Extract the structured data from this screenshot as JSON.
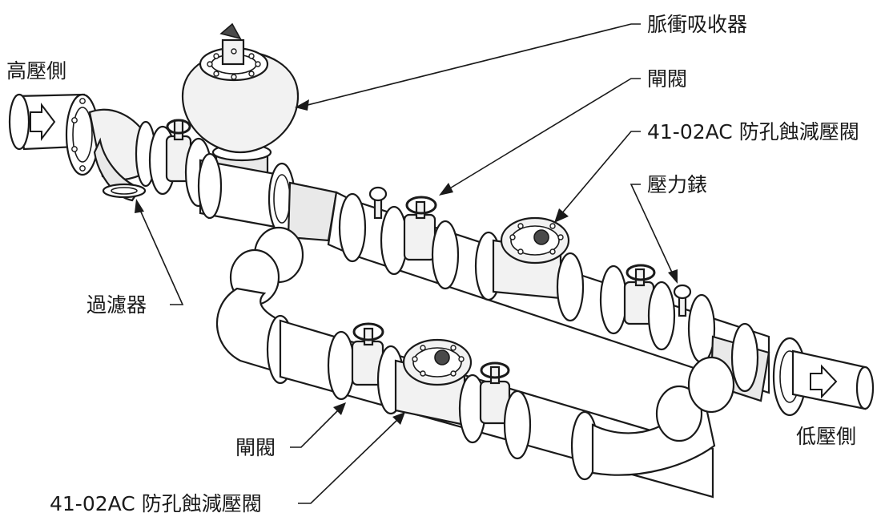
{
  "labels": {
    "high_pressure_side": "高壓側",
    "low_pressure_side": "低壓側",
    "surge_absorber": "脈衝吸收器",
    "gate_valve_top": "閘閥",
    "gate_valve_bottom": "閘閥",
    "anti_cavitation_valve_top": "41-02AC 防孔蝕減壓閥",
    "anti_cavitation_valve_bottom": "41-02AC 防孔蝕減壓閥",
    "pressure_gauge": "壓力錶",
    "strainer": "過濾器"
  },
  "colors": {
    "line": "#1a1a1a",
    "fill": "#ffffff",
    "shade": "#e9e9e9"
  }
}
